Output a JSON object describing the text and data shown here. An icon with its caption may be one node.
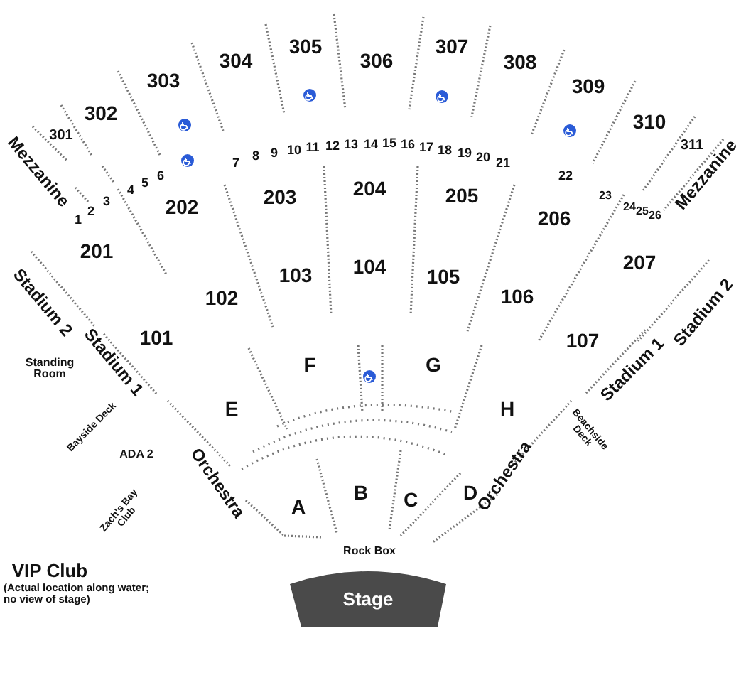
{
  "diagram": {
    "nodes": [
      {
        "text": [
          "Stage"
        ]
      }
    ],
    "labels": [
      "303",
      "304",
      "305",
      "306",
      "307",
      "308",
      "309",
      "302",
      "310",
      "Mezzanine",
      "301",
      "1",
      "2",
      "3",
      "4",
      "5",
      "6",
      "202",
      "7",
      "8",
      "9",
      "203",
      "10",
      "11",
      "12",
      "13",
      "204",
      "14",
      "15",
      "16",
      "17",
      "18",
      "205",
      "19",
      "20",
      "21",
      "206",
      "22",
      "23",
      "24",
      "25",
      "26",
      "311",
      "Mezzanine",
      "Stadium 2",
      "201",
      "101",
      "102",
      "103",
      "104",
      "105",
      "106",
      "107",
      "207",
      "Stadium 2",
      "Standing Room",
      "Stadium 1",
      "E",
      "F",
      "G",
      "H",
      "Stadium 1",
      "Bayside Deck",
      "Zach's Bay Club",
      "ADA 2",
      "Orchestra",
      "A",
      "B",
      "C",
      "D",
      "Orchestra",
      "Beachside Deck",
      "Rock Box",
      "VIP Club",
      "(Actual location along water; no view of stage)"
    ]
  }
}
